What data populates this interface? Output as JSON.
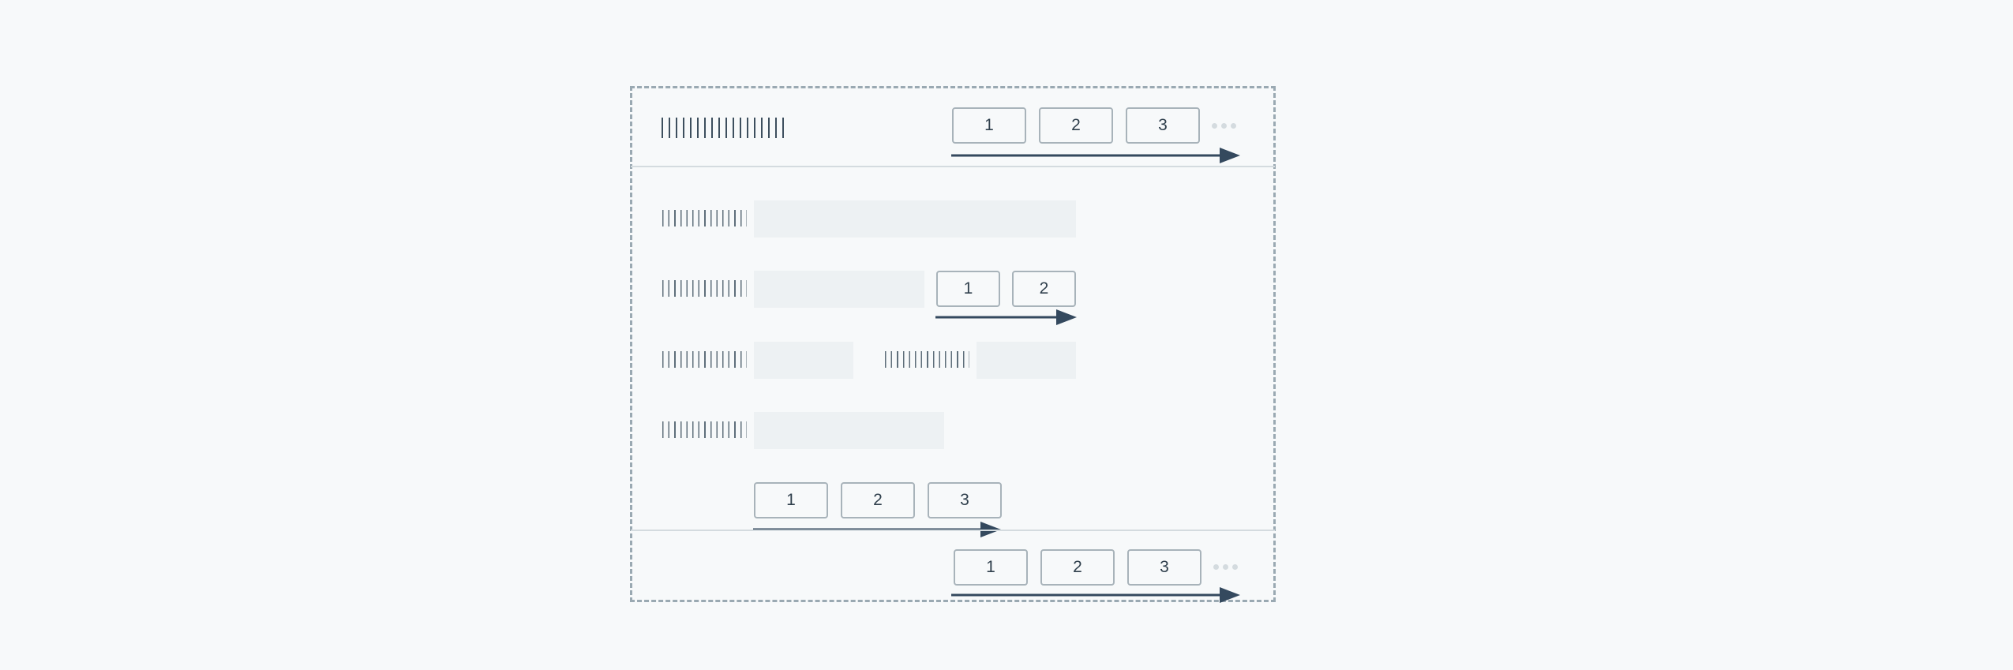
{
  "header": {
    "buttons": [
      "1",
      "2",
      "3"
    ]
  },
  "form": {
    "row2_buttons": [
      "1",
      "2"
    ],
    "action_buttons": [
      "1",
      "2",
      "3"
    ]
  },
  "footer": {
    "buttons": [
      "1",
      "2",
      "3"
    ]
  },
  "colors": {
    "arrow": "#34495e",
    "frame": "#9aa9b2",
    "field": "#edf1f3"
  },
  "icons": {
    "overflow": "more-horizontal-icon",
    "direction": "arrow-right-icon"
  }
}
